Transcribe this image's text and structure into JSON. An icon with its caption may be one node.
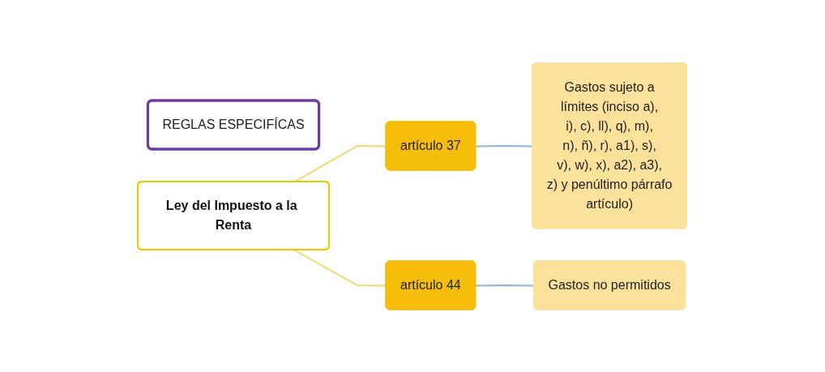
{
  "diagram": {
    "nodes": [
      {
        "text": [
          "REGLAS ESPECIFÍCAS"
        ]
      },
      {
        "text": [
          "Ley del Impuesto a la Renta"
        ]
      },
      {
        "text": [
          "artículo 37"
        ]
      },
      {
        "text": [
          "artículo 44"
        ]
      },
      {
        "text": [
          "Gastos sujeto a límites (inciso a), i), c), ll), q), m), n), ñ), r), a1), s), v), w), x), a2), a3), z) y penúltimo párrafo artículo)"
        ]
      },
      {
        "text": [
          "Gastos no permitidos"
        ]
      }
    ],
    "edges": [
      {
        "from": 1,
        "to": 2,
        "arrow": "none",
        "color": "#f3d56a"
      },
      {
        "from": 1,
        "to": 3,
        "arrow": "none",
        "color": "#f3d56a"
      },
      {
        "from": 2,
        "to": 4,
        "arrow": "none",
        "color": "#8fb3d9"
      },
      {
        "from": 3,
        "to": 5,
        "arrow": "none",
        "color": "#8fb3d9"
      }
    ]
  }
}
